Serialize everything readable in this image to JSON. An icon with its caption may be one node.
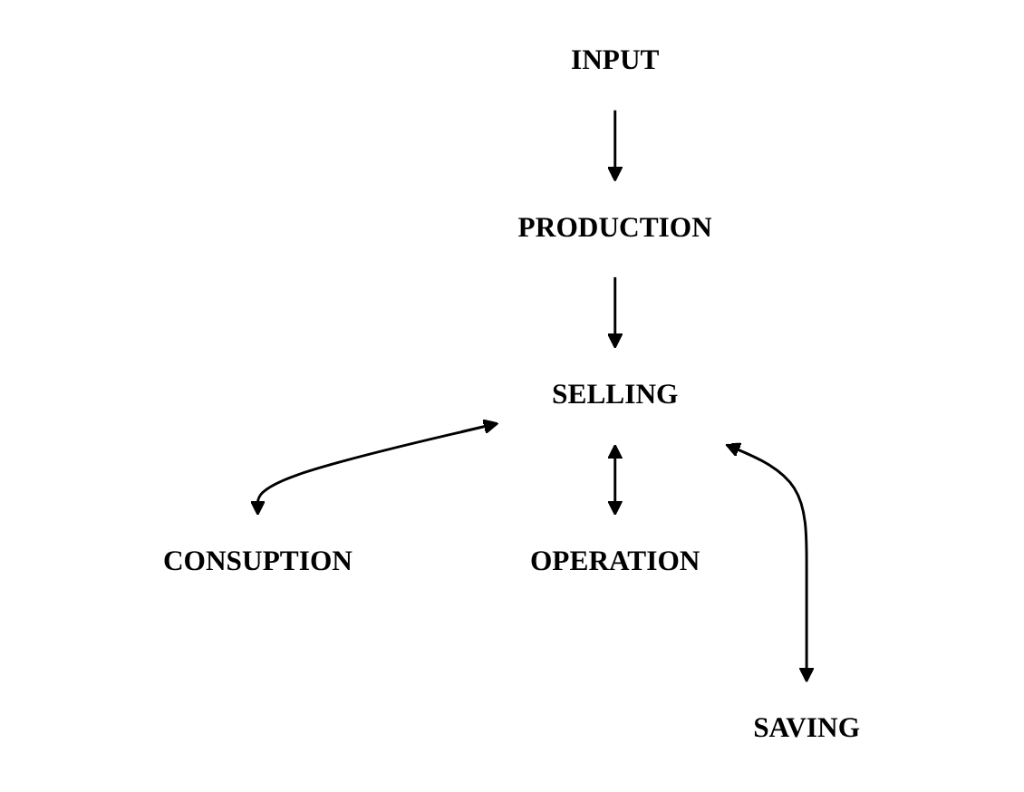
{
  "diagram": {
    "nodes": [
      {
        "text": [
          "INPUT"
        ]
      },
      {
        "text": [
          "PRODUCTION"
        ]
      },
      {
        "text": [
          "SELLING"
        ]
      },
      {
        "text": [
          "CONSUPTION"
        ]
      },
      {
        "text": [
          "OPERATION"
        ]
      },
      {
        "text": [
          "SAVING"
        ]
      }
    ],
    "edges": [
      {
        "from": 0,
        "to": 1,
        "arrow": "to"
      },
      {
        "from": 1,
        "to": 2,
        "arrow": "to"
      },
      {
        "from": 2,
        "to": 3,
        "arrow": "both"
      },
      {
        "from": 2,
        "to": 4,
        "arrow": "both"
      },
      {
        "from": 2,
        "to": 5,
        "arrow": "both"
      }
    ]
  }
}
